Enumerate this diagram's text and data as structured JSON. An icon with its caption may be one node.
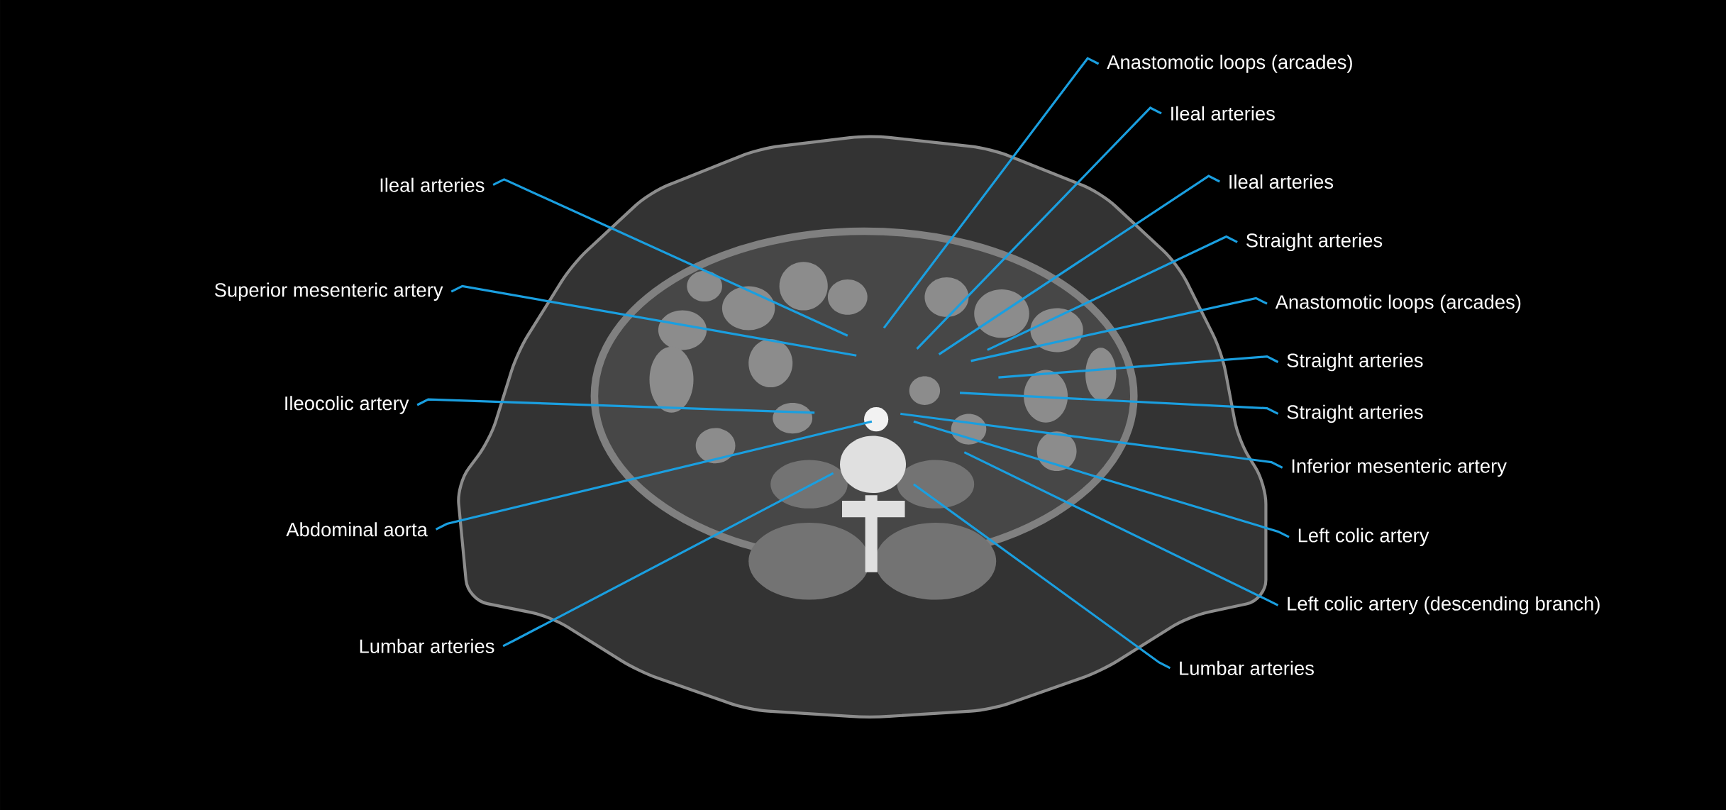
{
  "diagram": {
    "nodes": [
      {
        "text": [
          "Ileal arteries"
        ]
      },
      {
        "text": [
          "Superior mesenteric artery"
        ]
      },
      {
        "text": [
          "Ileocolic artery"
        ]
      },
      {
        "text": [
          "Abdominal aorta"
        ]
      },
      {
        "text": [
          "Lumbar arteries"
        ]
      },
      {
        "text": [
          "Anastomotic loops (arcades)"
        ]
      },
      {
        "text": [
          "Ileal arteries"
        ]
      },
      {
        "text": [
          "Ileal arteries"
        ]
      },
      {
        "text": [
          "Straight arteries"
        ]
      },
      {
        "text": [
          "Anastomotic loops (arcades)"
        ]
      },
      {
        "text": [
          "Straight arteries"
        ]
      },
      {
        "text": [
          "Straight arteries"
        ]
      },
      {
        "text": [
          "Inferior mesenteric artery"
        ]
      },
      {
        "text": [
          "Left colic artery"
        ]
      },
      {
        "text": [
          "Left colic artery (descending branch)"
        ]
      },
      {
        "text": [
          "Lumbar arteries"
        ]
      }
    ],
    "edges": [
      {
        "from": 0,
        "to": null,
        "arrow": "none"
      },
      {
        "from": 1,
        "to": null,
        "arrow": "none"
      },
      {
        "from": 2,
        "to": null,
        "arrow": "none"
      },
      {
        "from": 3,
        "to": null,
        "arrow": "none"
      },
      {
        "from": 4,
        "to": null,
        "arrow": "none"
      },
      {
        "from": 5,
        "to": null,
        "arrow": "none"
      },
      {
        "from": 6,
        "to": null,
        "arrow": "none"
      },
      {
        "from": 7,
        "to": null,
        "arrow": "none"
      },
      {
        "from": 8,
        "to": null,
        "arrow": "none"
      },
      {
        "from": 9,
        "to": null,
        "arrow": "none"
      },
      {
        "from": 10,
        "to": null,
        "arrow": "none"
      },
      {
        "from": 11,
        "to": null,
        "arrow": "none"
      },
      {
        "from": 12,
        "to": null,
        "arrow": "none"
      },
      {
        "from": 13,
        "to": null,
        "arrow": "none"
      },
      {
        "from": 14,
        "to": null,
        "arrow": "none"
      },
      {
        "from": 15,
        "to": null,
        "arrow": "none"
      }
    ]
  }
}
